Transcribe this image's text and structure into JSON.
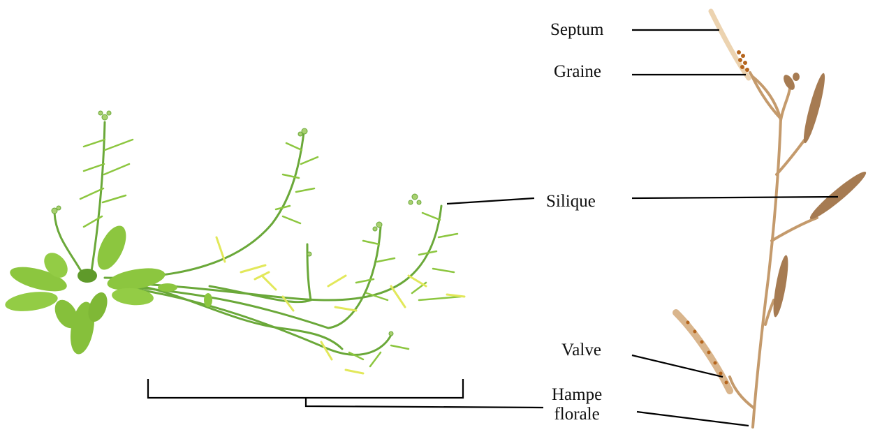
{
  "labels": {
    "septum": "Septum",
    "graine": "Graine",
    "silique": "Silique",
    "valve": "Valve",
    "hampe_line1": "Hampe",
    "hampe_line2": "florale"
  },
  "colors": {
    "leaf": "#8cc63f",
    "leaf_dark": "#5f9a2a",
    "stem_green": "#6aa839",
    "pod_yellow": "#e2e85a",
    "stem_brown": "#c49a6c",
    "pod_brown": "#a67b52",
    "septum": "#ecd3b0",
    "seed": "#b5651d",
    "leader_line": "#000000"
  }
}
